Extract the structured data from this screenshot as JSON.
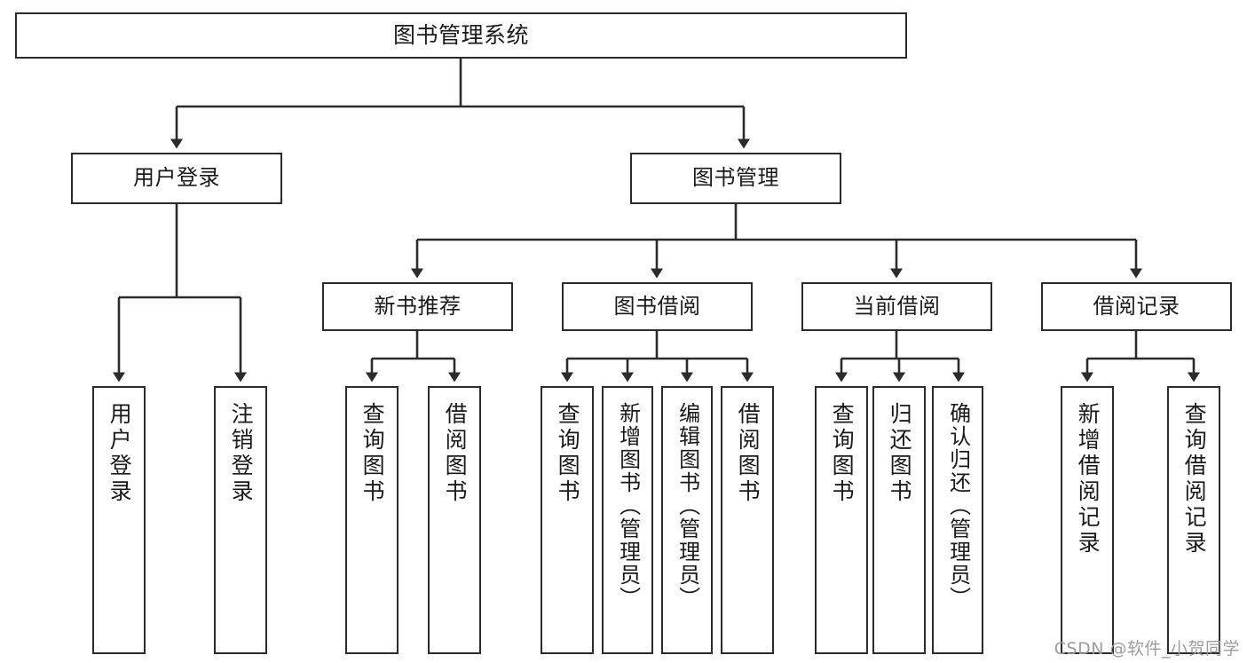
{
  "diagram": {
    "title": "图书管理系统",
    "type": "tree",
    "orientation": "top-down",
    "colors": {
      "box_border": "#2b2b2b",
      "box_fill": "#ffffff",
      "edge": "#2b2b2b",
      "text": "#1a1a1a",
      "watermark": "#9d9d9d",
      "background": "#ffffff"
    },
    "root": {
      "label": "图书管理系统"
    },
    "level1": [
      {
        "label": "用户登录"
      },
      {
        "label": "图书管理"
      }
    ],
    "level2": [
      {
        "label": "新书推荐"
      },
      {
        "label": "图书借阅"
      },
      {
        "label": "当前借阅"
      },
      {
        "label": "借阅记录"
      }
    ],
    "leaves": {
      "user_login": [
        {
          "label": "用户登录"
        },
        {
          "label": "注销登录"
        }
      ],
      "new_book_recommend": [
        {
          "label": "查询图书"
        },
        {
          "label": "借阅图书"
        }
      ],
      "book_borrow": [
        {
          "label": "查询图书"
        },
        {
          "label": "新增图书（管理员）"
        },
        {
          "label": "编辑图书（管理员）"
        },
        {
          "label": "借阅图书"
        }
      ],
      "current_borrow": [
        {
          "label": "查询图书"
        },
        {
          "label": "归还图书"
        },
        {
          "label": "确认归还（管理员）"
        }
      ],
      "borrow_record": [
        {
          "label": "新增借阅记录"
        },
        {
          "label": "查询借阅记录"
        }
      ]
    }
  },
  "watermark": {
    "text": "CSDN @软件_小贺同学"
  }
}
